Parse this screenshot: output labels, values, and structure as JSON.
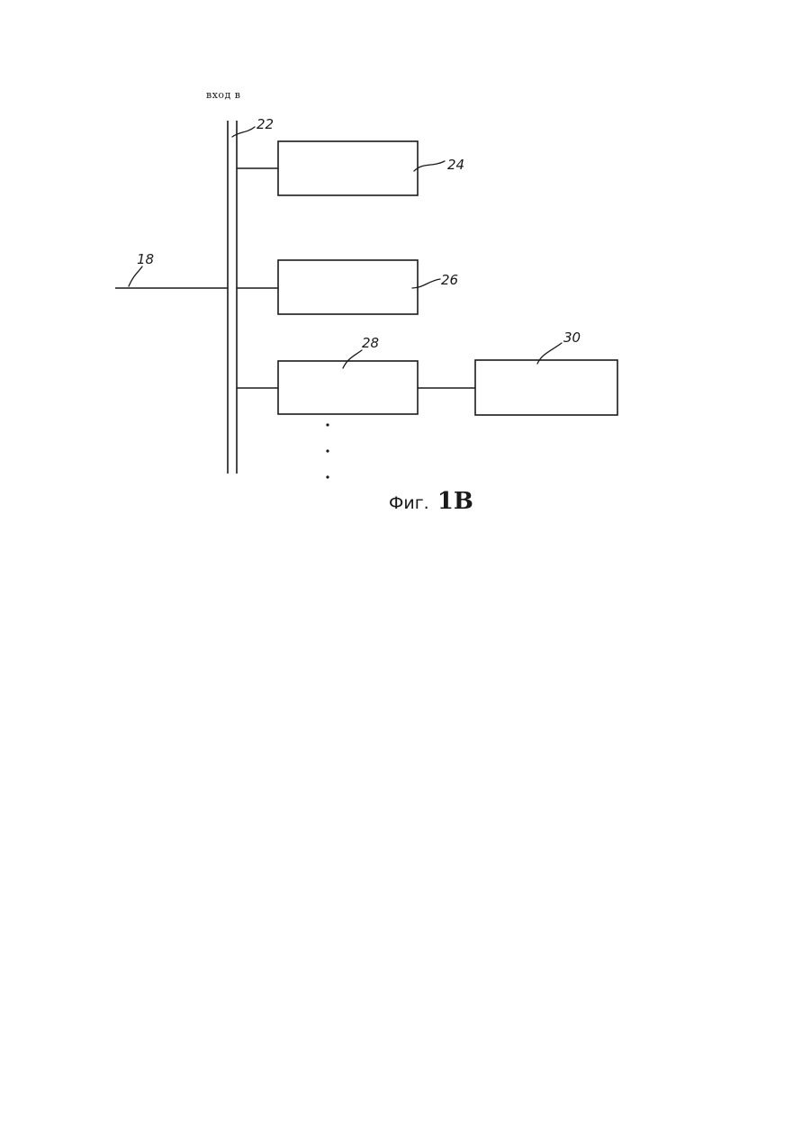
{
  "diagram": {
    "input_label": "вход в",
    "bus_ref": "22",
    "line_ref": "18",
    "block_refs": {
      "block_a": "24",
      "block_b": "26",
      "block_c": "28",
      "block_d": "30"
    },
    "caption": {
      "prefix": "Фиг.",
      "number": "1B"
    }
  }
}
